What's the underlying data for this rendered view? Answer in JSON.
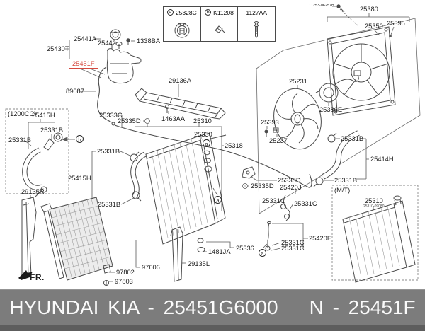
{
  "legend": {
    "cells": [
      {
        "marker": "a",
        "part": "25328C",
        "icon": "radiator-cap-icon"
      },
      {
        "marker": "b",
        "part": "K11208",
        "icon": "clip-icon"
      },
      {
        "marker": "",
        "part": "1127AA",
        "icon": "bolt-icon"
      }
    ]
  },
  "labels": {
    "a25441A": "25441A",
    "a25442": "25442",
    "a1338BA": "1338BA",
    "a25430T": "25430T",
    "a25451F": "25451F",
    "a89087": "89087",
    "a29136A": "29136A",
    "a25333C": "25333C",
    "a25335D_1": "25335D",
    "a1463AA": "1463AA",
    "a25310_1": "25310",
    "a25330": "25330",
    "a25318": "25318",
    "a1200CC": "(1200CC)",
    "a25415H_1": "25415H",
    "a25331B_1": "25331B",
    "a25331B_2": "25331B",
    "a29135R": "29135R",
    "a25331B_3": "25331B",
    "a25415H_2": "25415H",
    "a25331B_4": "25331B",
    "a97802": "97802",
    "a97803": "97803",
    "a97606": "97606",
    "a29135L": "29135L",
    "a1481JA": "1481JA",
    "a25336": "25336",
    "fr": "FR.",
    "bolt_code": "11253-06257B",
    "a25380": "25380",
    "a25350": "25350",
    "a25395": "25395",
    "a25231": "25231",
    "a25386E": "25386E",
    "a25393": "25393",
    "a25237": "25237",
    "a25331B_5": "25331B",
    "a25414H": "25414H",
    "a25331B_6": "25331B",
    "aMT": "(M/T)",
    "a25310_2": "25310",
    "a25310_sub": "25310-09080",
    "a25333D": "25333D",
    "a25335D_2": "25335D",
    "a25420J": "25420J",
    "a25331C_1": "25331C",
    "a25331C_2": "25331C",
    "a25420E": "25420E",
    "a25331C_3": "25331C",
    "a25331C_4": "25331C"
  },
  "markers": {
    "m1": "b",
    "m2": "a",
    "m3": "a",
    "m4": "a"
  },
  "banner": {
    "left": "HYUNDAI KIA - 25451G6000",
    "right": "N - 25451F"
  }
}
